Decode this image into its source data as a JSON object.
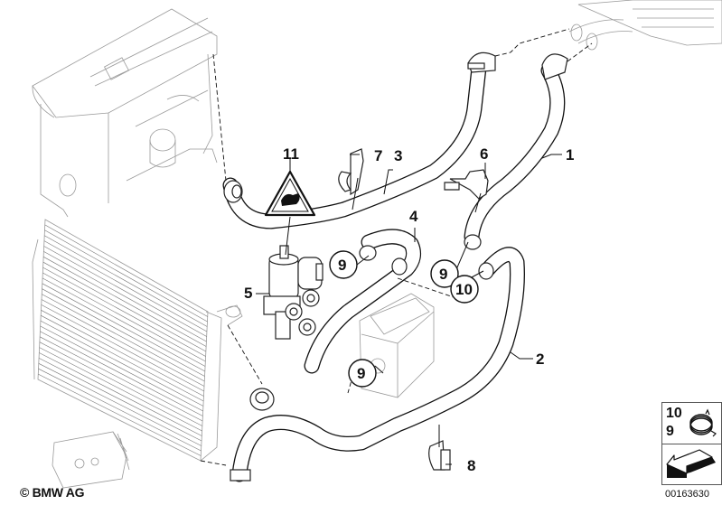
{
  "diagram": {
    "subject": "Cooling system hoses / auxiliary water pump",
    "callouts": [
      {
        "id": "c1",
        "label": "1"
      },
      {
        "id": "c2",
        "label": "2"
      },
      {
        "id": "c3",
        "label": "3"
      },
      {
        "id": "c4",
        "label": "4"
      },
      {
        "id": "c5",
        "label": "5"
      },
      {
        "id": "c6",
        "label": "6"
      },
      {
        "id": "c7",
        "label": "7"
      },
      {
        "id": "c8",
        "label": "8"
      },
      {
        "id": "c9a",
        "label": "9"
      },
      {
        "id": "c9b",
        "label": "9"
      },
      {
        "id": "c9c",
        "label": "9"
      },
      {
        "id": "c10",
        "label": "10"
      },
      {
        "id": "c11",
        "label": "11"
      }
    ],
    "legend": {
      "numbers": [
        "10",
        "9"
      ],
      "icon": "hose-clamp-icon",
      "arrow_icon": "direction-arrow-icon"
    },
    "copyright": "© BMW AG",
    "diagram_code": "00163630"
  }
}
